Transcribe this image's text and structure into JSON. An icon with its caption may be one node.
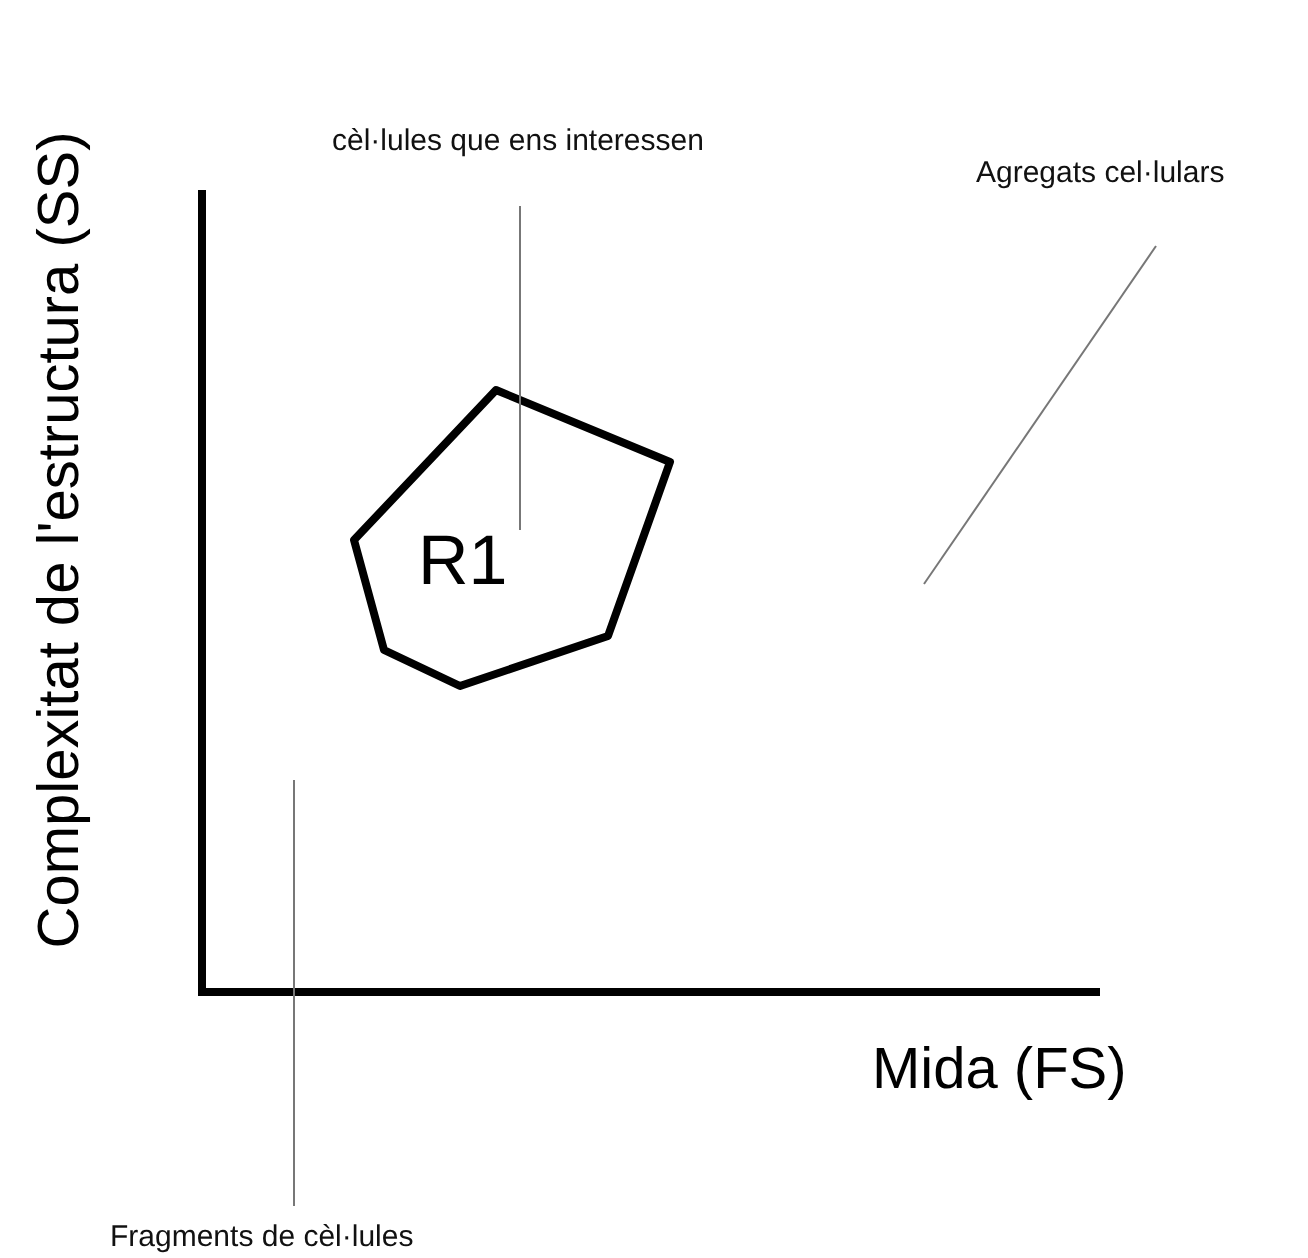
{
  "diagram": {
    "nodes": [
      {
        "text": [
          "R1"
        ]
      },
      {
        "text": [
          "cèl·lules que ens interessen"
        ]
      },
      {
        "text": [
          "Agregats cel·lulars"
        ]
      },
      {
        "text": [
          "Fragments de cèl·lules"
        ]
      }
    ],
    "edges": [
      {
        "from": 1,
        "to": 0,
        "arrow": "none"
      },
      {
        "from": 2,
        "to": null,
        "arrow": "none"
      },
      {
        "from": 3,
        "to": null,
        "arrow": "none"
      }
    ],
    "labels": [
      "Complexitat de l'estructura (SS)",
      "Mida (FS)"
    ]
  }
}
